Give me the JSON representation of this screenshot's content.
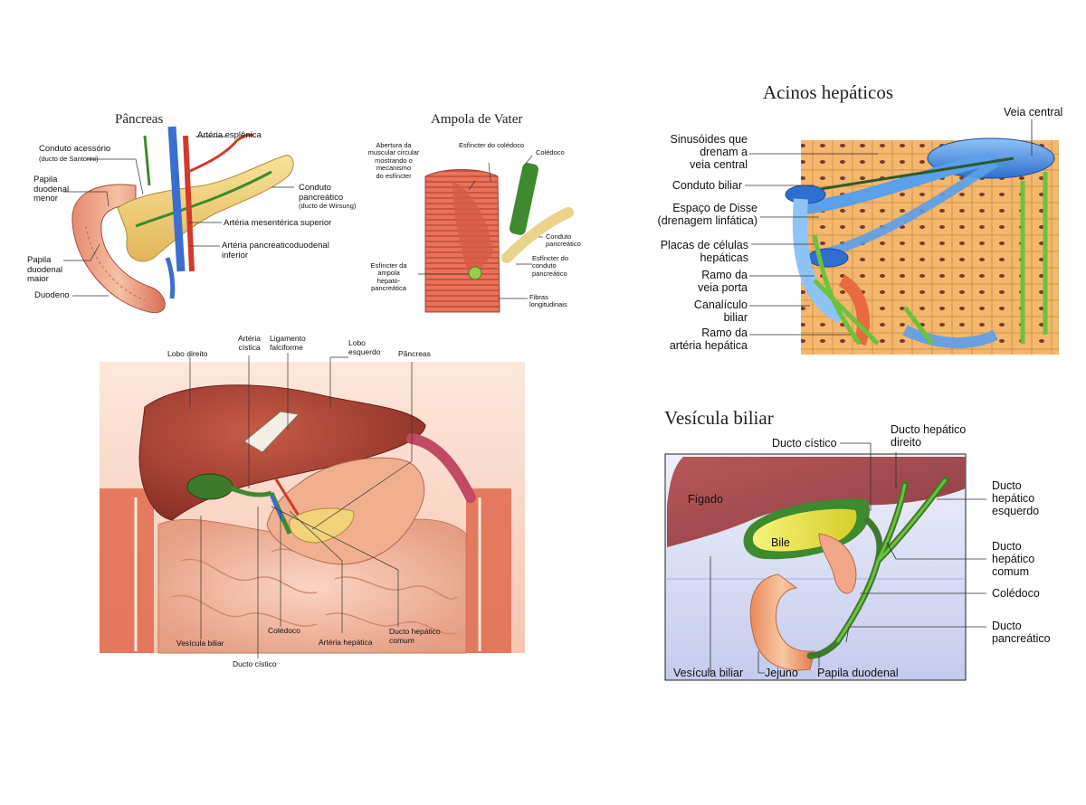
{
  "pancreas": {
    "title": "Pâncreas",
    "labels": {
      "arteria_esplenica": "Artéria esplênica",
      "conduto_acessorio": "Conduto acessório",
      "conduto_acessorio_sub": "(ducto de Santorini)",
      "papila_menor": "Papila\nduodenal\nmenor",
      "conduto_pancreatico": "Conduto\npancreático",
      "conduto_pancreatico_sub": "(ducto de Wirsung)",
      "arteria_mesenterica": "Artéria mesentérica superior",
      "arteria_pancreaticoduodenal": "Artéria pancreaticoduodenal\ninferior",
      "papila_maior": "Papila\nduodenal\nmaior",
      "duodeno": "Duodeno"
    }
  },
  "ampola": {
    "title": "Ampola de Vater",
    "labels": {
      "abertura": "Abertura da\nmuscular circular\nmostrando o\nmecanismo\ndo esfíncter",
      "esfincter_coledoco": "Esfíncter do colédoco",
      "coledoco": "Colédoco",
      "conduto_pancreatico": "Conduto\npancreático",
      "esfincter_ampola": "Esfíncter da\nampola\nhepato-\npancreática",
      "esfincter_conduto": "Esfíncter do\nconduto\npancreático",
      "fibras": "Fibras\nlongitudinais"
    }
  },
  "abdomen": {
    "labels": {
      "lobo_direito": "Lobo direito",
      "arteria_cistica": "Artéria\ncística",
      "ligamento": "Ligamento\nfalciforme",
      "lobo_esquerdo": "Lobo\nesquerdo",
      "pancreas": "Pâncreas",
      "vesicula": "Vesícula biliar",
      "ducto_cistico": "Ducto cístico",
      "coledoco": "Colédoco",
      "arteria_hepatica": "Artéria hepática",
      "ducto_hepatico_comum": "Ducto hepático\ncomum"
    }
  },
  "acinos": {
    "title": "Acinos hepáticos",
    "labels": {
      "veia_central": "Veia central",
      "sinusoides": "Sinusóides que\ndrenam a\nveia central",
      "conduto_biliar": "Conduto biliar",
      "espaco_disse": "Espaço de Disse\n(drenagem linfática)",
      "placas": "Placas de células\nhepáticas",
      "ramo_veia_porta": "Ramo da\nveia porta",
      "canaliculo": "Canalículo\nbiliar",
      "ramo_arteria": "Ramo da\nartéria hepática"
    }
  },
  "vesicula": {
    "title": "Vesícula biliar",
    "labels": {
      "ducto_cistico": "Ducto cístico",
      "ducto_hepatico_direito": "Ducto hepático\ndireito",
      "figado": "Fígado",
      "ducto_hepatico_esquerdo": "Ducto\nhepático\nesquerdo",
      "bile": "Bile",
      "ducto_hepatico_comum": "Ducto\nhepático\ncomum",
      "coledoco": "Colédoco",
      "ducto_pancreatico": "Ducto\npancreático",
      "vesicula_biliar": "Vesícula biliar",
      "jejuno": "Jejuno",
      "papila_duodenal": "Papila duodenal"
    }
  },
  "colors": {
    "liver": "#a8453a",
    "gallbladder_green": "#3e8a2e",
    "bile_yellow": "#e6e23a",
    "pancreas_yellow": "#f2d27a",
    "vein_blue": "#4a8ee0",
    "artery_red": "#d23a2a",
    "intestine_pink": "#f2b8a0"
  }
}
